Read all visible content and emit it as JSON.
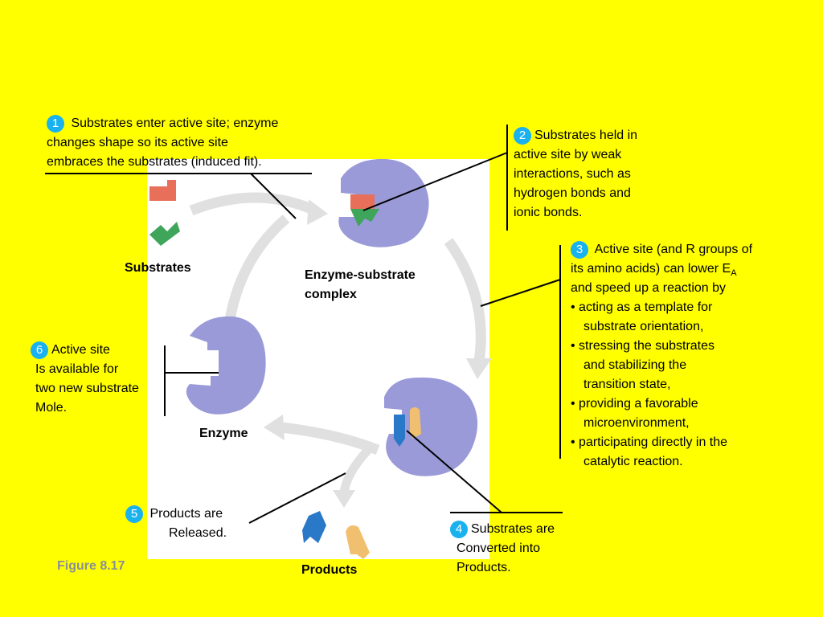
{
  "colors": {
    "background": "#ffff00",
    "panel": "#ffffff",
    "enzyme": "#9a9ad8",
    "arrow": "#e0e0e0",
    "badge": "#1ab2ee",
    "substrate_red": "#e8705a",
    "substrate_green": "#3ea55a",
    "product_blue": "#2a78c8",
    "product_orange": "#f0c070"
  },
  "icons": [
    "enzyme-shape",
    "substrate-shape",
    "product-shape",
    "cycle-arrow"
  ],
  "labels": {
    "substrates": "Substrates",
    "complex_line1": "Enzyme-substrate",
    "complex_line2": "complex",
    "enzyme": "Enzyme",
    "products": "Products",
    "figure": "Figure 8.17"
  },
  "steps": {
    "s1": {
      "num": "1",
      "lines": [
        "Substrates enter active site; enzyme",
        "changes shape so its active site",
        "embraces the substrates (induced fit)."
      ]
    },
    "s2": {
      "num": "2",
      "lines": [
        "Substrates held in",
        "active site by weak",
        "interactions, such as",
        "hydrogen bonds and",
        "ionic bonds."
      ]
    },
    "s3": {
      "num": "3",
      "line1": "Active site (and R groups of",
      "line2_pre": "its amino acids) can lower E",
      "line2_sub": "A",
      "lines": [
        "and speed up a reaction by",
        "• acting as a template for",
        "substrate orientation,",
        "• stressing the substrates",
        "and stabilizing the",
        "transition state,",
        "• providing a favorable",
        "microenvironment,",
        "• participating directly in the",
        "catalytic reaction."
      ]
    },
    "s4": {
      "num": "4",
      "lines": [
        "Substrates are",
        "Converted into",
        "Products."
      ]
    },
    "s5": {
      "num": "5",
      "lines": [
        "Products are",
        "Released."
      ]
    },
    "s6": {
      "num": "6",
      "lines": [
        "Active site",
        "Is available for",
        "two new substrate",
        "Mole."
      ]
    }
  }
}
